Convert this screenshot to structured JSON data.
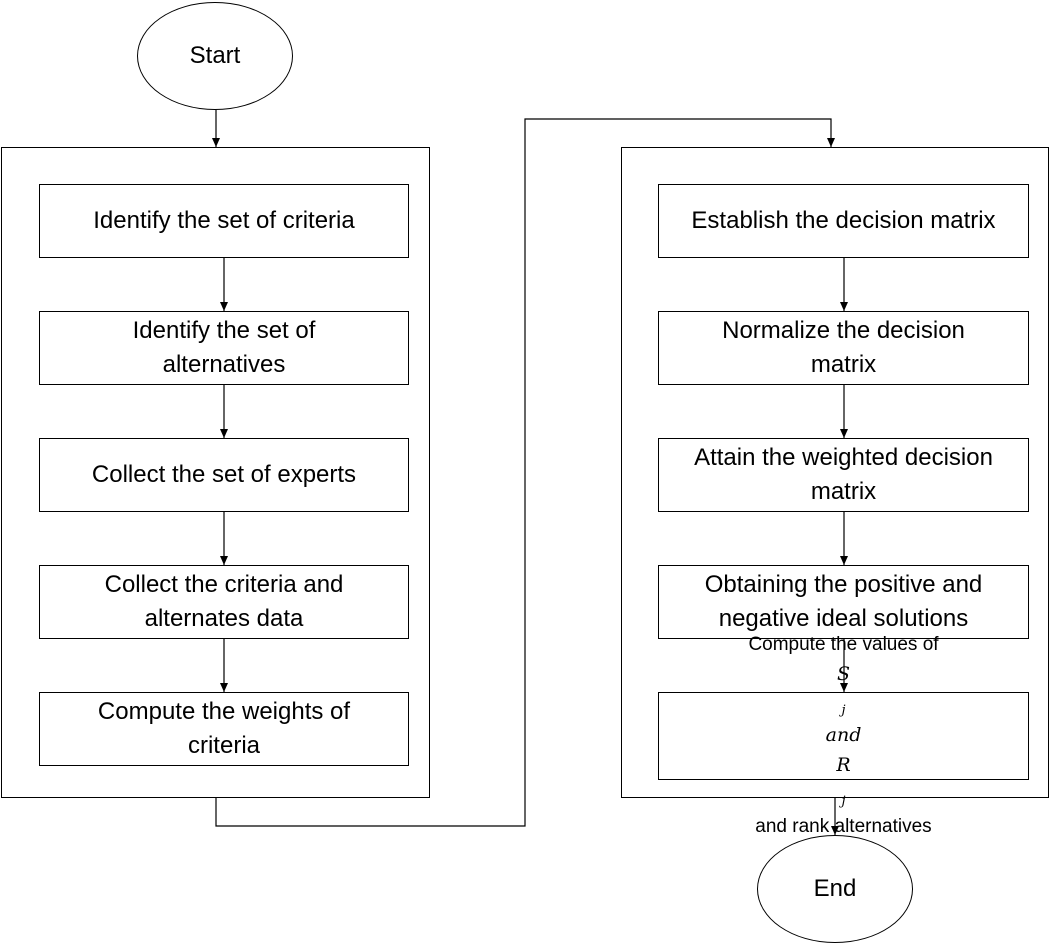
{
  "start": {
    "label": "Start"
  },
  "end": {
    "label": "End"
  },
  "left_group": {
    "steps": [
      {
        "lines": [
          "Identify the set of criteria"
        ]
      },
      {
        "lines": [
          "Identify the set of",
          "alternatives"
        ]
      },
      {
        "lines": [
          "Collect the set of experts"
        ]
      },
      {
        "lines": [
          "Collect the criteria and",
          "alternates data"
        ]
      },
      {
        "lines": [
          "Compute the weights of",
          "criteria"
        ]
      }
    ]
  },
  "right_group": {
    "steps": [
      {
        "lines": [
          "Establish the decision matrix"
        ]
      },
      {
        "lines": [
          "Normalize the decision",
          "matrix"
        ]
      },
      {
        "lines": [
          "Attain the weighted decision",
          "matrix"
        ]
      },
      {
        "lines": [
          "Obtaining the positive and",
          "negative ideal solutions"
        ]
      }
    ],
    "final_step": {
      "prefix": "Compute the values of",
      "s_symbol": "S",
      "s_sub": "j",
      "and_text": "and",
      "r_symbol": "R",
      "r_sub": "j",
      "line2": "and rank alternatives"
    }
  }
}
